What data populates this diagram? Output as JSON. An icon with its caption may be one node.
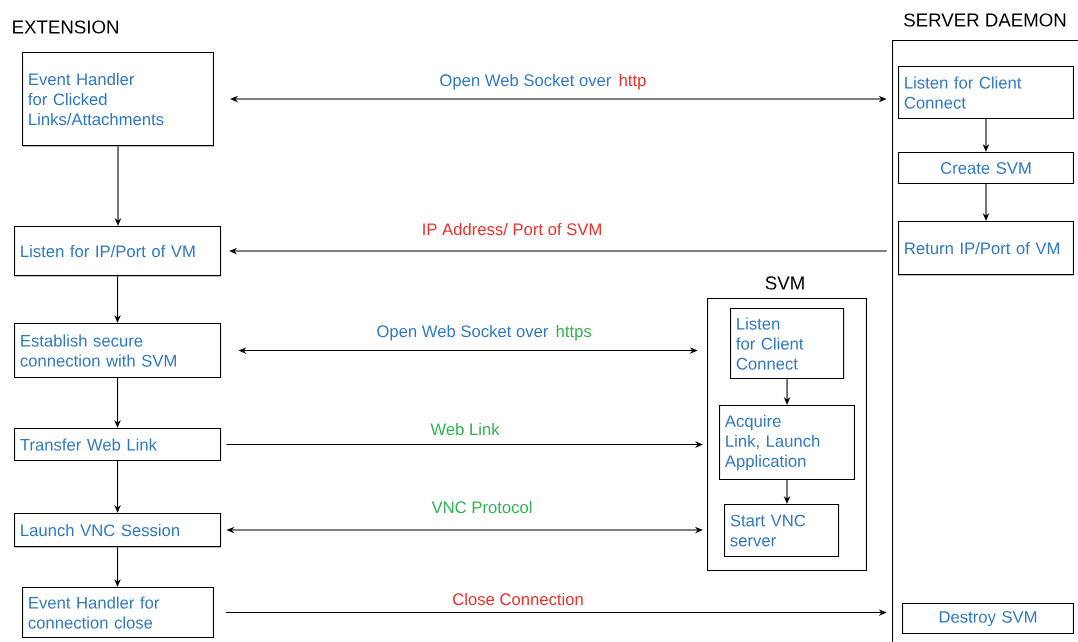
{
  "diagram": {
    "nodes": [
      {
        "text": [
          "SERVER DAEMON"
        ]
      },
      {
        "text": [
          "Event Handler for Clicked Links/Attachments"
        ]
      },
      {
        "text": [
          "Listen for IP/Port of VM"
        ]
      },
      {
        "text": [
          "Establish secure connection with SVM"
        ]
      },
      {
        "text": [
          "Transfer Web Link"
        ]
      },
      {
        "text": [
          "Launch VNC Session"
        ]
      },
      {
        "text": [
          "Event Handler for connection close"
        ]
      },
      {
        "text": [
          "Listen for Client Connect"
        ],
        "in": 0
      },
      {
        "text": [
          "Create SVM"
        ],
        "in": 0
      },
      {
        "text": [
          "Return IP/Port of VM"
        ],
        "in": 0
      },
      {
        "text": [
          "Destroy SVM"
        ],
        "in": 0
      },
      {
        "text": [
          "SVM"
        ]
      },
      {
        "text": [
          "Listen for Client Connect"
        ],
        "in": 11
      },
      {
        "text": [
          "Acquire Link, Launch Application"
        ],
        "in": 11
      },
      {
        "text": [
          "Start VNC server"
        ],
        "in": 11
      }
    ],
    "edges": [
      {
        "from": 1,
        "to": 2,
        "arrow": "to"
      },
      {
        "from": 2,
        "to": 3,
        "arrow": "to"
      },
      {
        "from": 3,
        "to": 4,
        "arrow": "to"
      },
      {
        "from": 4,
        "to": 5,
        "arrow": "to"
      },
      {
        "from": 5,
        "to": 6,
        "arrow": "to"
      },
      {
        "from": 7,
        "to": 8,
        "arrow": "to"
      },
      {
        "from": 8,
        "to": 9,
        "arrow": "to"
      },
      {
        "from": 12,
        "to": 13,
        "arrow": "to"
      },
      {
        "from": 13,
        "to": 14,
        "arrow": "to"
      },
      {
        "from": 1,
        "to": 0,
        "arrow": "both",
        "label": "Open Web Socket over"
      },
      {
        "from": 0,
        "to": 2,
        "arrow": "to",
        "label": "IP Address/ Port of SVM"
      },
      {
        "from": 3,
        "to": 11,
        "arrow": "both",
        "label": "Open Web Socket over"
      },
      {
        "from": 4,
        "to": 11,
        "arrow": "to",
        "label": "Web Link"
      },
      {
        "from": 5,
        "to": 11,
        "arrow": "both",
        "label": "VNC Protocol"
      },
      {
        "from": 6,
        "to": 0,
        "arrow": "to",
        "label": "Close Connection"
      }
    ],
    "labels": [
      "EXTENSION",
      "http",
      "https"
    ]
  }
}
